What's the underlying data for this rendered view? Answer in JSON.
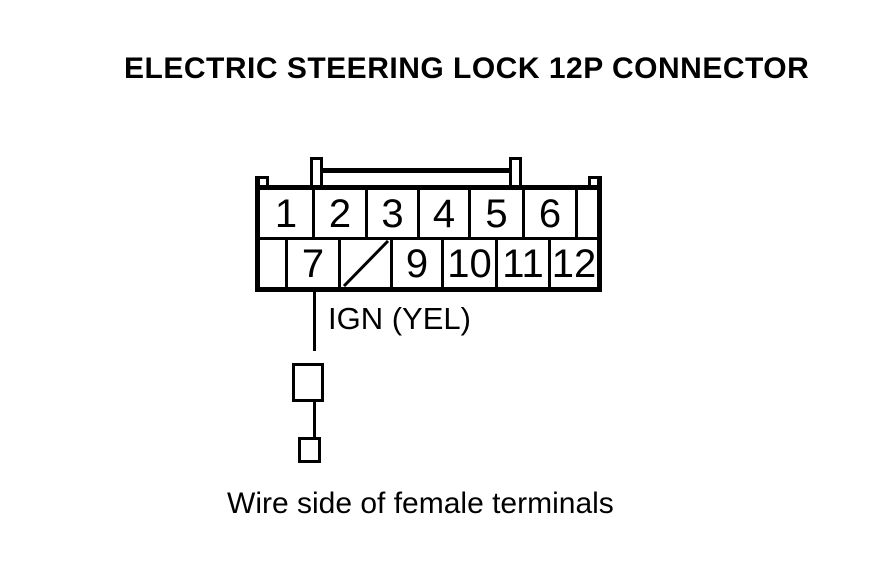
{
  "title": "ELECTRIC STEERING LOCK 12P CONNECTOR",
  "caption": "Wire side of female terminals",
  "colors": {
    "ink": "#000000",
    "background": "#ffffff"
  },
  "connector": {
    "pin_rows": [
      {
        "cells": [
          {
            "label": "1",
            "type": "pin"
          },
          {
            "label": "2",
            "type": "pin"
          },
          {
            "label": "3",
            "type": "pin"
          },
          {
            "label": "4",
            "type": "pin"
          },
          {
            "label": "5",
            "type": "pin"
          },
          {
            "label": "6",
            "type": "pin"
          },
          {
            "label": "",
            "type": "blank"
          }
        ]
      },
      {
        "cells": [
          {
            "label": "",
            "type": "blank"
          },
          {
            "label": "7",
            "type": "pin"
          },
          {
            "label": "",
            "type": "no-pin-slash"
          },
          {
            "label": "9",
            "type": "pin"
          },
          {
            "label": "10",
            "type": "pin"
          },
          {
            "label": "11",
            "type": "pin"
          },
          {
            "label": "12",
            "type": "pin"
          }
        ]
      }
    ]
  },
  "wire": {
    "label": "IGN (YEL)",
    "from_pin": "7"
  }
}
